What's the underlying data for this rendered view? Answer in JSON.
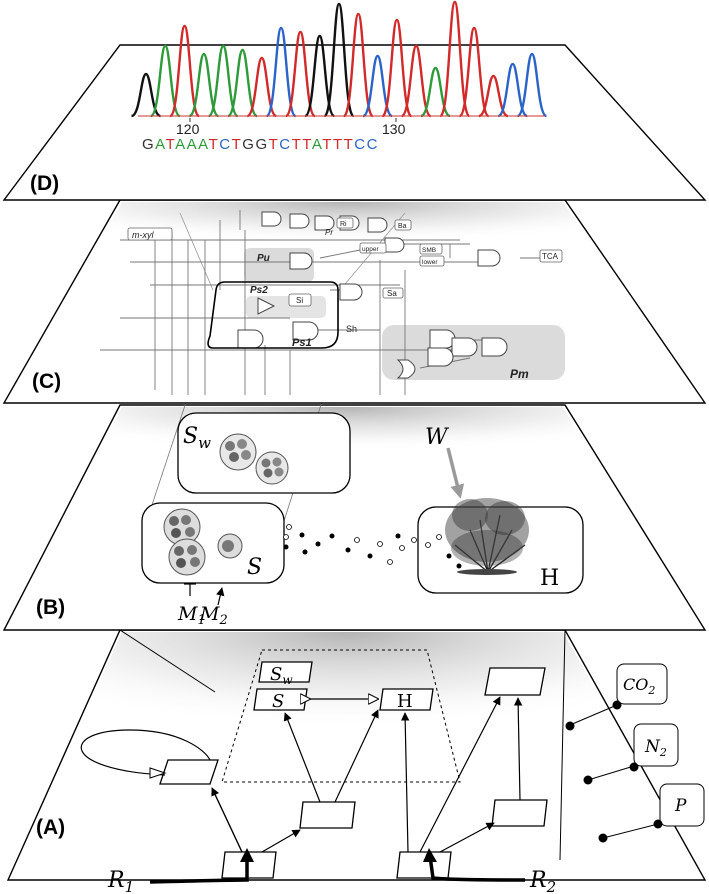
{
  "panels": {
    "d_label": "(D)",
    "c_label": "(C)",
    "b_label": "(B)",
    "a_label": "(A)"
  },
  "panel_d": {
    "tick_120": "120",
    "tick_130": "130",
    "sequence": [
      {
        "base": "G",
        "color": "#333333"
      },
      {
        "base": "A",
        "color": "#2e9b3a"
      },
      {
        "base": "T",
        "color": "#d22a2a"
      },
      {
        "base": "A",
        "color": "#2e9b3a"
      },
      {
        "base": "A",
        "color": "#2e9b3a"
      },
      {
        "base": "A",
        "color": "#2e9b3a"
      },
      {
        "base": "T",
        "color": "#d22a2a"
      },
      {
        "base": "C",
        "color": "#2b64c8"
      },
      {
        "base": "T",
        "color": "#d22a2a"
      },
      {
        "base": "G",
        "color": "#333333"
      },
      {
        "base": "G",
        "color": "#333333"
      },
      {
        "base": "T",
        "color": "#d22a2a"
      },
      {
        "base": "C",
        "color": "#2b64c8"
      },
      {
        "base": "T",
        "color": "#d22a2a"
      },
      {
        "base": "T",
        "color": "#d22a2a"
      },
      {
        "base": "A",
        "color": "#2e9b3a"
      },
      {
        "base": "T",
        "color": "#d22a2a"
      },
      {
        "base": "T",
        "color": "#d22a2a"
      },
      {
        "base": "T",
        "color": "#d22a2a"
      },
      {
        "base": "C",
        "color": "#2b64c8"
      },
      {
        "base": "C",
        "color": "#2b64c8"
      }
    ]
  },
  "panel_c": {
    "mxyl": "m-xyl",
    "pr": "Pr",
    "ri": "Ri",
    "ba": "Ba",
    "upper": "upper",
    "smb": "SMB",
    "lower": "lower",
    "tca": "TCA",
    "pu": "Pu",
    "ps2": "Ps2",
    "si": "Si",
    "sa": "Sa",
    "sh": "Sh",
    "ps1": "Ps1",
    "pm": "Pm"
  },
  "panel_b": {
    "s_w_main": "S",
    "s_w_sub": "w",
    "s": "S",
    "w": "W",
    "h": "H",
    "m1_main": "M",
    "m1_sub": "1",
    "m2_main": "M",
    "m2_sub": "2"
  },
  "panel_a": {
    "s_w_main": "S",
    "s_w_sub": "w",
    "s": "S",
    "h": "H",
    "co2_main": "CO",
    "co2_sub": "2",
    "n2_main": "N",
    "n2_sub": "2",
    "p": "P",
    "r1_main": "R",
    "r1_sub": "1",
    "r2_main": "R",
    "r2_sub": "2"
  }
}
